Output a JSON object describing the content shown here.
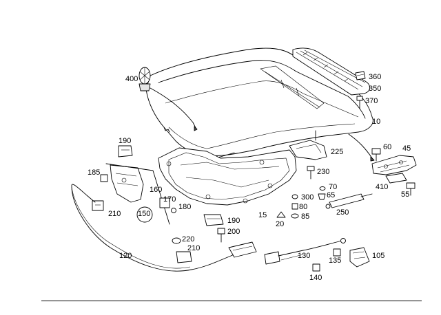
{
  "labels": {
    "p400": "400",
    "p360": "360",
    "p350": "350",
    "p370": "370",
    "p10": "10",
    "p190a": "190",
    "p225": "225",
    "p60": "60",
    "p45": "45",
    "p185": "185",
    "p230": "230",
    "p410": "410",
    "p160": "160",
    "p70": "70",
    "p65": "65",
    "p300": "300",
    "p55": "55",
    "p170": "170",
    "p180": "180",
    "p80": "80",
    "p210a": "210",
    "p150": "150",
    "p15": "15",
    "p250": "250",
    "p85": "85",
    "p20": "20",
    "p190b": "190",
    "p200": "200",
    "p220": "220",
    "p210b": "210",
    "p120": "120",
    "p130": "130",
    "p135": "135",
    "p105": "105",
    "p140": "140"
  }
}
